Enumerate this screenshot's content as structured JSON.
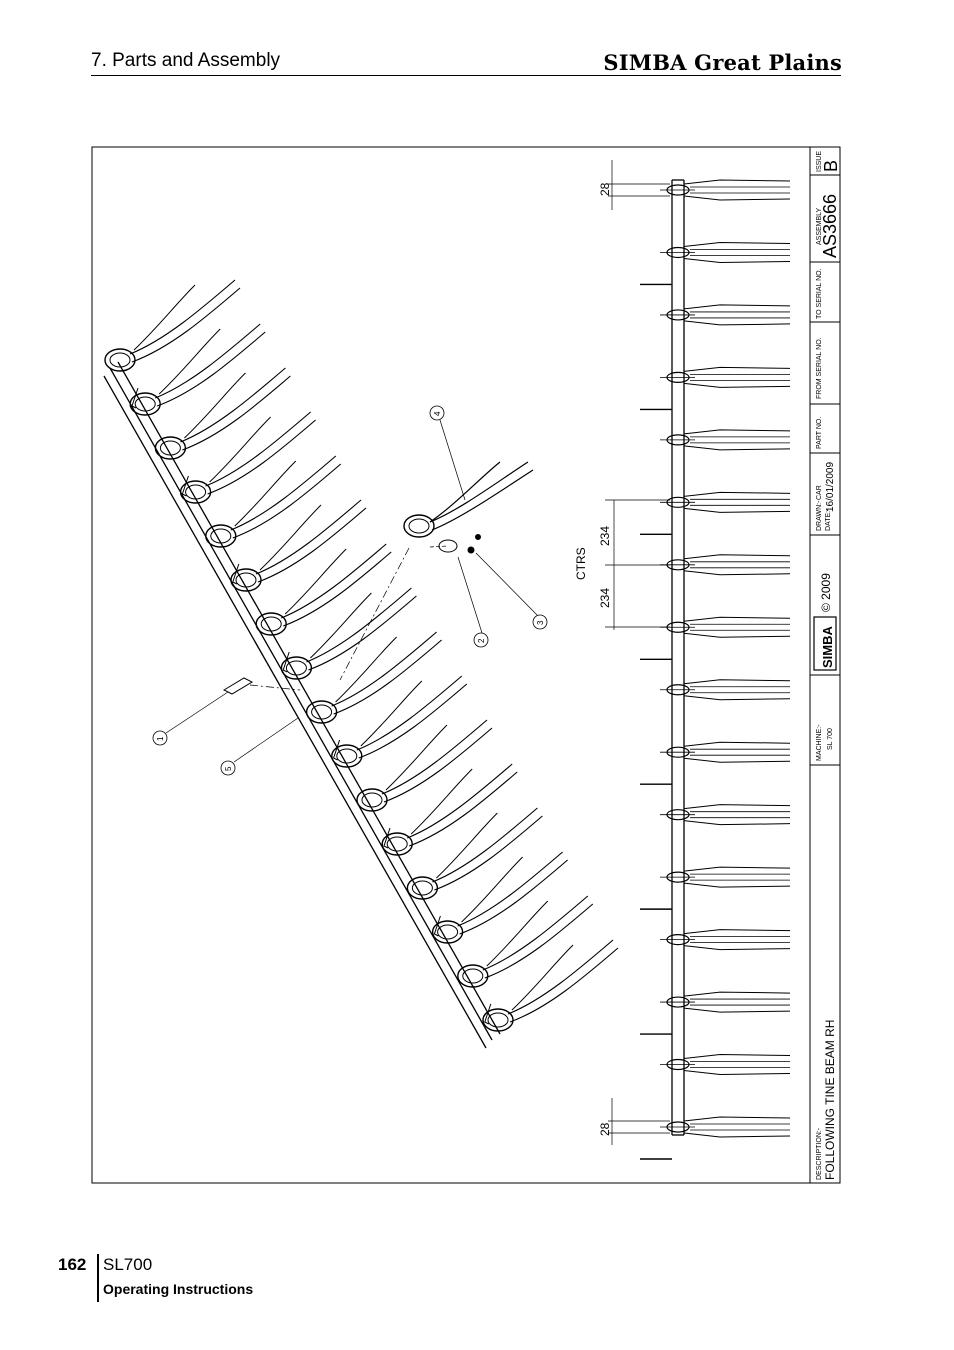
{
  "header": {
    "section": "7. Parts and Assembly",
    "brand": "SIMBA Great Plains"
  },
  "drawing": {
    "callouts": [
      "1",
      "2",
      "3",
      "4",
      "5"
    ],
    "dimensions": {
      "top_pitch": "28",
      "bottom_pitch": "28",
      "centres_a": "234",
      "centres_b": "234",
      "centres_label": "CTRS"
    },
    "title_block": {
      "issue_label": "ISSUE",
      "issue": "B",
      "assembly_label": "ASSEMBLY",
      "assembly": "AS3666",
      "to_serial_label": "TO SERIAL NO.",
      "from_serial_label": "FROM SERIAL NO.",
      "part_no_label": "PART NO.",
      "drawn_label": "DRAWN:-",
      "drawn": "CAR",
      "date_label": "DATE:-",
      "date": "16/01/2009",
      "logo_text": "SIMBA",
      "copyright": "© 2009",
      "machine_label": "MACHINE:-",
      "machine": "SL 700",
      "description_label": "DESCRIPTION:-",
      "description": "FOLLOWING TINE BEAM RH"
    }
  },
  "footer": {
    "page_number": "162",
    "model": "SL700",
    "subtitle": "Operating Instructions"
  }
}
